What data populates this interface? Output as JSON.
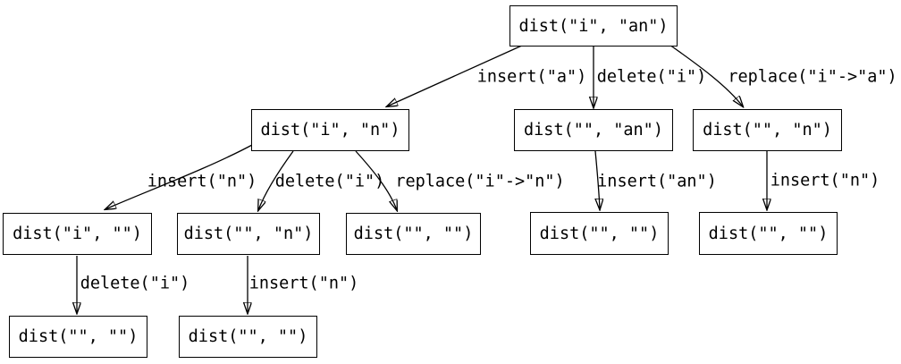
{
  "diagram": {
    "type": "tree",
    "description": "Edit distance recursion tree",
    "colors": {
      "background": "#ffffff",
      "node_border": "#000000",
      "edge": "#000000",
      "text": "#000000"
    },
    "nodes": [
      {
        "id": "root",
        "label": "dist(\"i\", \"an\")"
      },
      {
        "id": "i-n",
        "label": "dist(\"i\", \"n\")"
      },
      {
        "id": "empty-an",
        "label": "dist(\"\", \"an\")"
      },
      {
        "id": "empty-n",
        "label": "dist(\"\", \"n\")"
      },
      {
        "id": "i-empty",
        "label": "dist(\"i\", \"\")"
      },
      {
        "id": "empty-n-2",
        "label": "dist(\"\", \"n\")"
      },
      {
        "id": "empty-empty-1",
        "label": "dist(\"\", \"\")"
      },
      {
        "id": "empty-empty-2",
        "label": "dist(\"\", \"\")"
      },
      {
        "id": "empty-empty-3",
        "label": "dist(\"\", \"\")"
      },
      {
        "id": "empty-empty-4",
        "label": "dist(\"\", \"\")"
      },
      {
        "id": "empty-empty-5",
        "label": "dist(\"\", \"\")"
      }
    ],
    "edges": [
      {
        "from": "root",
        "to": "i-n",
        "label": "insert(\"a\")"
      },
      {
        "from": "root",
        "to": "empty-an",
        "label": "delete(\"i\")"
      },
      {
        "from": "root",
        "to": "empty-n",
        "label": "replace(\"i\"->\"a\")"
      },
      {
        "from": "i-n",
        "to": "i-empty",
        "label": "insert(\"n\")"
      },
      {
        "from": "i-n",
        "to": "empty-n-2",
        "label": "delete(\"i\")"
      },
      {
        "from": "i-n",
        "to": "empty-empty-1",
        "label": "replace(\"i\"->\"n\")"
      },
      {
        "from": "empty-an",
        "to": "empty-empty-2",
        "label": "insert(\"an\")"
      },
      {
        "from": "empty-n",
        "to": "empty-empty-3",
        "label": "insert(\"n\")"
      },
      {
        "from": "i-empty",
        "to": "empty-empty-4",
        "label": "delete(\"i\")"
      },
      {
        "from": "empty-n-2",
        "to": "empty-empty-5",
        "label": "insert(\"n\")"
      }
    ]
  }
}
